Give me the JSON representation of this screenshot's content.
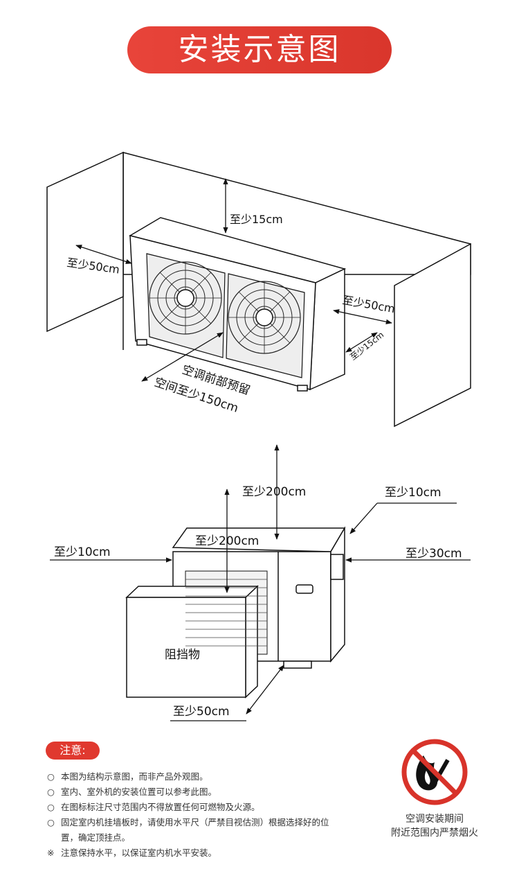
{
  "title": "安装示意图",
  "top_diagram": {
    "top_clearance": "至少15cm",
    "left_clearance": "至少50cm",
    "right_clearance": "至少50cm",
    "back_clearance": "至少15cm",
    "front_line1": "空调前部预留",
    "front_line2": "空间至少150cm"
  },
  "bottom_diagram": {
    "top_outer": "至少200cm",
    "top_inner": "至少200cm",
    "left": "至少10cm",
    "back": "至少10cm",
    "right": "至少30cm",
    "obstacle": "阻挡物",
    "front": "至少50cm"
  },
  "notes": {
    "label": "注意:",
    "items": [
      {
        "marker": "○",
        "text": "本图为结构示意图，而非产品外观图。"
      },
      {
        "marker": "○",
        "text": "室内、室外机的安装位置可以参考此图。"
      },
      {
        "marker": "○",
        "text": "在图标标注尺寸范围内不得放置任何可燃物及火源。"
      },
      {
        "marker": "○",
        "text": "固定室内机挂墙板时，请使用水平尺（严禁目视估测）根据选择好的位置，确定顶挂点。"
      },
      {
        "marker": "※",
        "text": "注意保持水平，以保证室内机水平安装。"
      }
    ]
  },
  "warning": {
    "line1": "空调安装期间",
    "line2": "附近范围内严禁烟火",
    "icon": "no-fire-icon"
  },
  "colors": {
    "accent": "#e0392f"
  }
}
